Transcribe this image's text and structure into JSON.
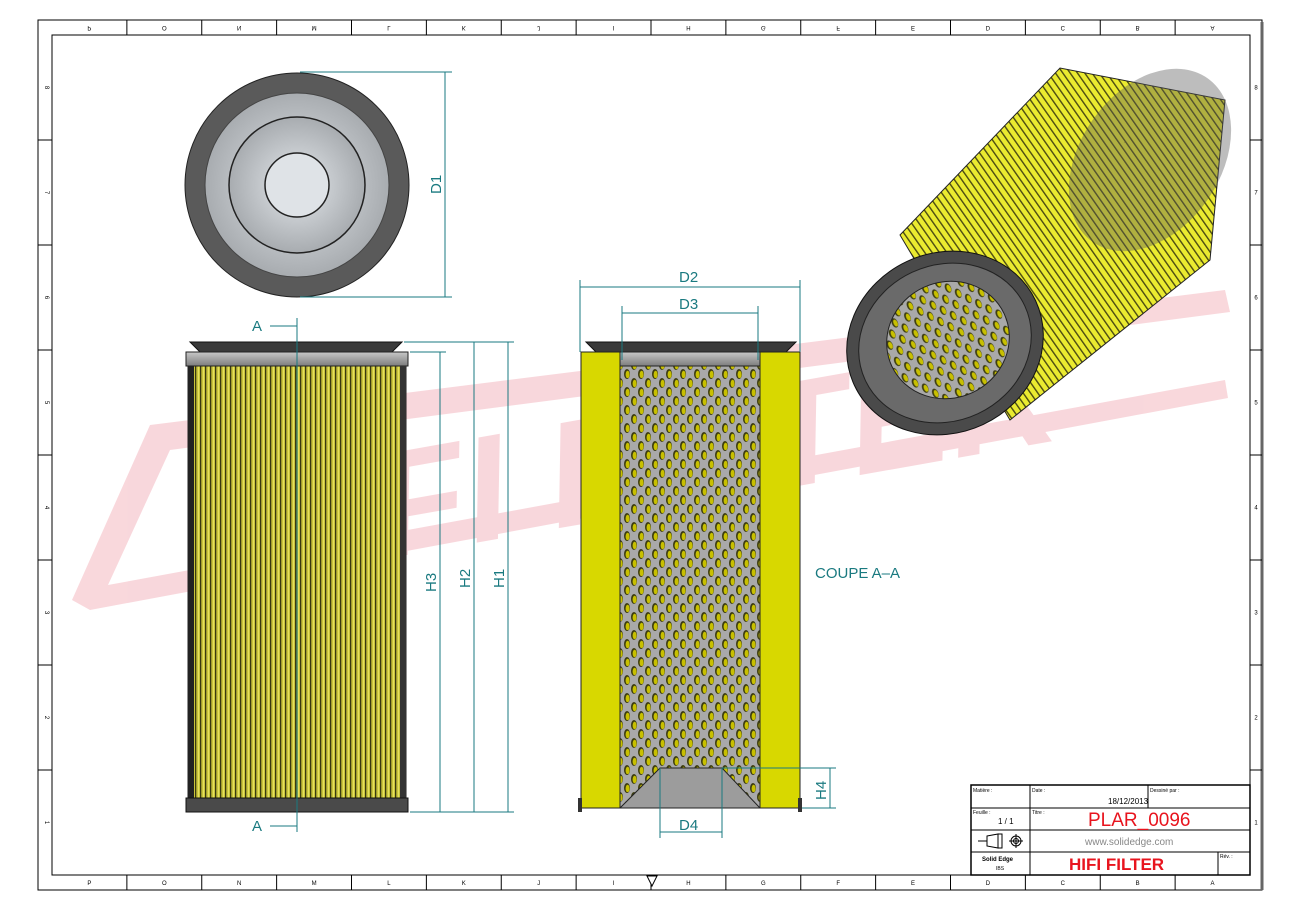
{
  "watermark": "HIFI FILTER",
  "border": {
    "columns": [
      "P",
      "O",
      "N",
      "M",
      "L",
      "K",
      "J",
      "I",
      "H",
      "G",
      "F",
      "E",
      "D",
      "C",
      "B",
      "A"
    ],
    "rows": [
      "8",
      "7",
      "6",
      "5",
      "4",
      "3",
      "2",
      "1"
    ]
  },
  "dimensions": {
    "d1": "D1",
    "d2": "D2",
    "d3": "D3",
    "d4": "D4",
    "h1": "H1",
    "h2": "H2",
    "h3": "H3",
    "h4": "H4",
    "section_marker": "A",
    "section_label": "COUPE A–A"
  },
  "title_block": {
    "material_label": "Matière :",
    "date_label": "Date :",
    "date_value": "18/12/2013",
    "drawn_by_label": "Dessiné par :",
    "sheet_label": "Feuille :",
    "sheet_value": "1 / 1",
    "title_label": "Titre :",
    "title_value": "PLAR_0096",
    "website": "www.solidedge.com",
    "software": "Solid Edge",
    "software_sub": "IBS",
    "company": "HIFI FILTER",
    "rev_label": "Rév. :"
  },
  "colors": {
    "dimension": "#1a7a80",
    "title_red": "#e8141e",
    "media_yellow": "#d8d800"
  }
}
